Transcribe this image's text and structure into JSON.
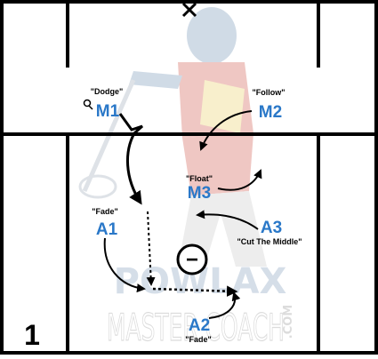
{
  "diagram": {
    "step_number": "1",
    "watermark": {
      "line1": "POWLAX",
      "line2": "MASTER COACH",
      "side": ".COM"
    },
    "players": {
      "M1": {
        "id": "M1",
        "action": "\"Dodge\""
      },
      "M2": {
        "id": "M2",
        "action": "\"Follow\""
      },
      "M3": {
        "id": "M3",
        "action": "\"Float\""
      },
      "A1": {
        "id": "A1",
        "action": "\"Fade\""
      },
      "A2": {
        "id": "A2",
        "action": "\"Fade\""
      },
      "A3": {
        "id": "A3",
        "action": "\"Cut The Middle\""
      }
    },
    "goal_symbol": "−",
    "colors": {
      "player": "#2a78c8",
      "lines": "#000000",
      "field_bg": "#ffffff",
      "figure_blue": "#5a7fa8",
      "figure_red": "#c83a2a",
      "figure_yellow": "#e8c84a"
    }
  }
}
